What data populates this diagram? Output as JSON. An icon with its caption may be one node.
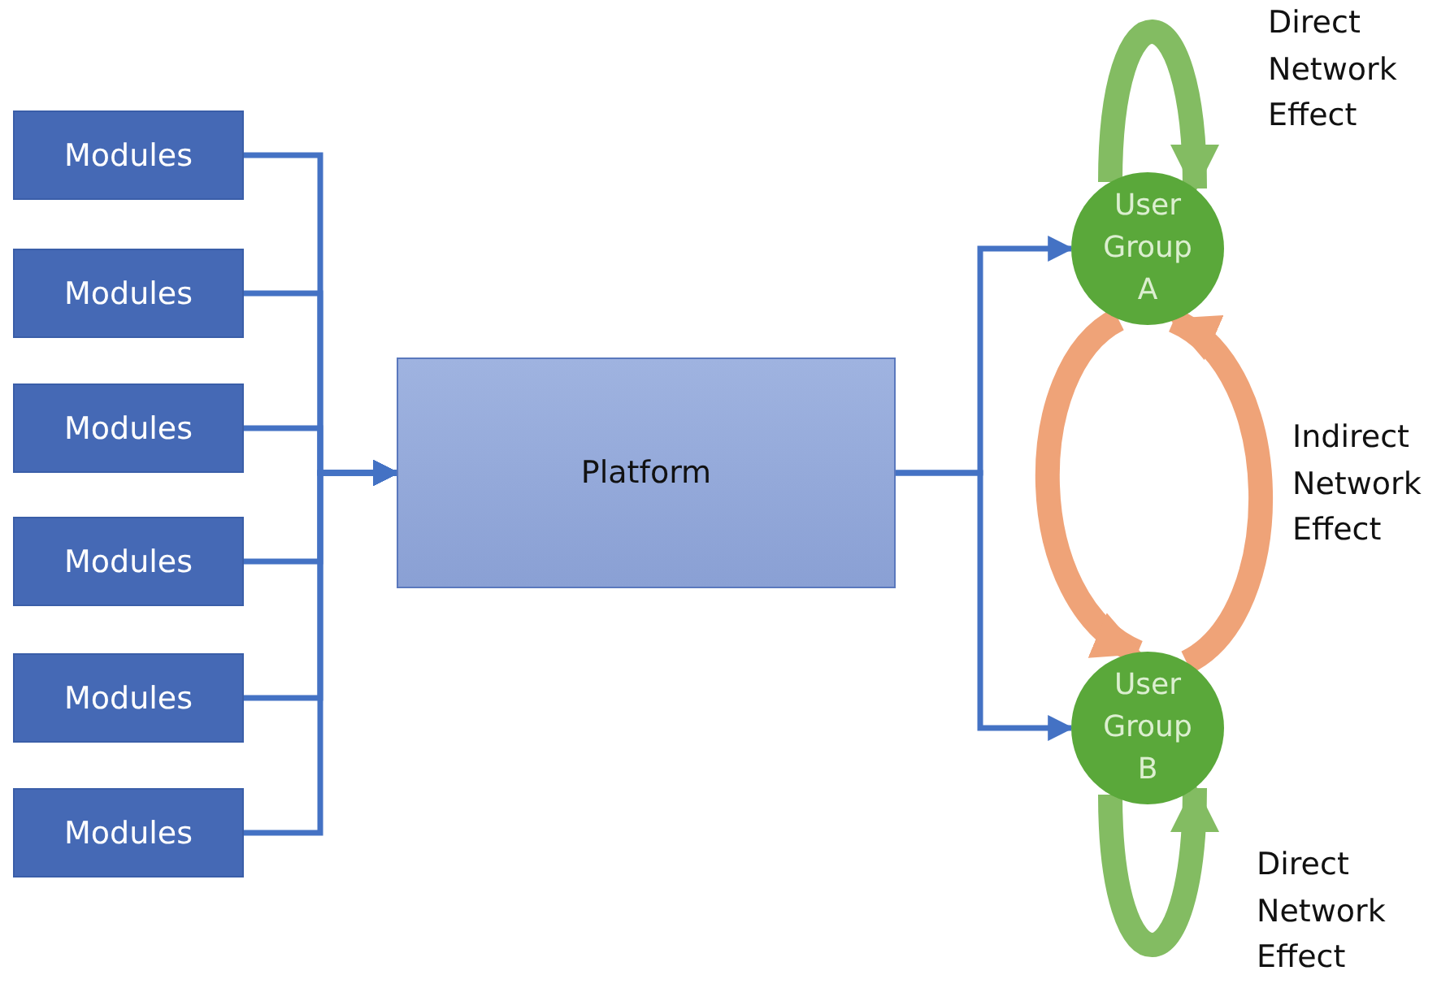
{
  "diagram": {
    "nodes": [
      {
        "text": [
          "Modules"
        ]
      },
      {
        "text": [
          "Modules"
        ]
      },
      {
        "text": [
          "Modules"
        ]
      },
      {
        "text": [
          "Modules"
        ]
      },
      {
        "text": [
          "Modules"
        ]
      },
      {
        "text": [
          "Modules"
        ]
      },
      {
        "text": [
          "Platform"
        ]
      },
      {
        "text": [
          "User Group A"
        ]
      },
      {
        "text": [
          "User Group B"
        ]
      }
    ],
    "edges": [
      {
        "from": 0,
        "to": 6,
        "arrow": "to"
      },
      {
        "from": 1,
        "to": 6,
        "arrow": "to"
      },
      {
        "from": 2,
        "to": 6,
        "arrow": "to"
      },
      {
        "from": 3,
        "to": 6,
        "arrow": "to"
      },
      {
        "from": 4,
        "to": 6,
        "arrow": "to"
      },
      {
        "from": 5,
        "to": 6,
        "arrow": "to"
      },
      {
        "from": 6,
        "to": 7,
        "arrow": "to"
      },
      {
        "from": 6,
        "to": 8,
        "arrow": "to"
      },
      {
        "from": 7,
        "to": 7,
        "arrow": "to",
        "style": "thick",
        "color": "#76b552"
      },
      {
        "from": 7,
        "to": 8,
        "arrow": "to",
        "style": "thick",
        "color": "#ee9a6a"
      },
      {
        "from": 8,
        "to": 7,
        "arrow": "to",
        "style": "thick",
        "color": "#ee9a6a"
      },
      {
        "from": 8,
        "to": 8,
        "arrow": "to",
        "style": "thick",
        "color": "#76b552"
      }
    ],
    "labels": [
      "Direct Network Effect",
      "Indirect Network Effect",
      "Direct Network Effect"
    ]
  }
}
